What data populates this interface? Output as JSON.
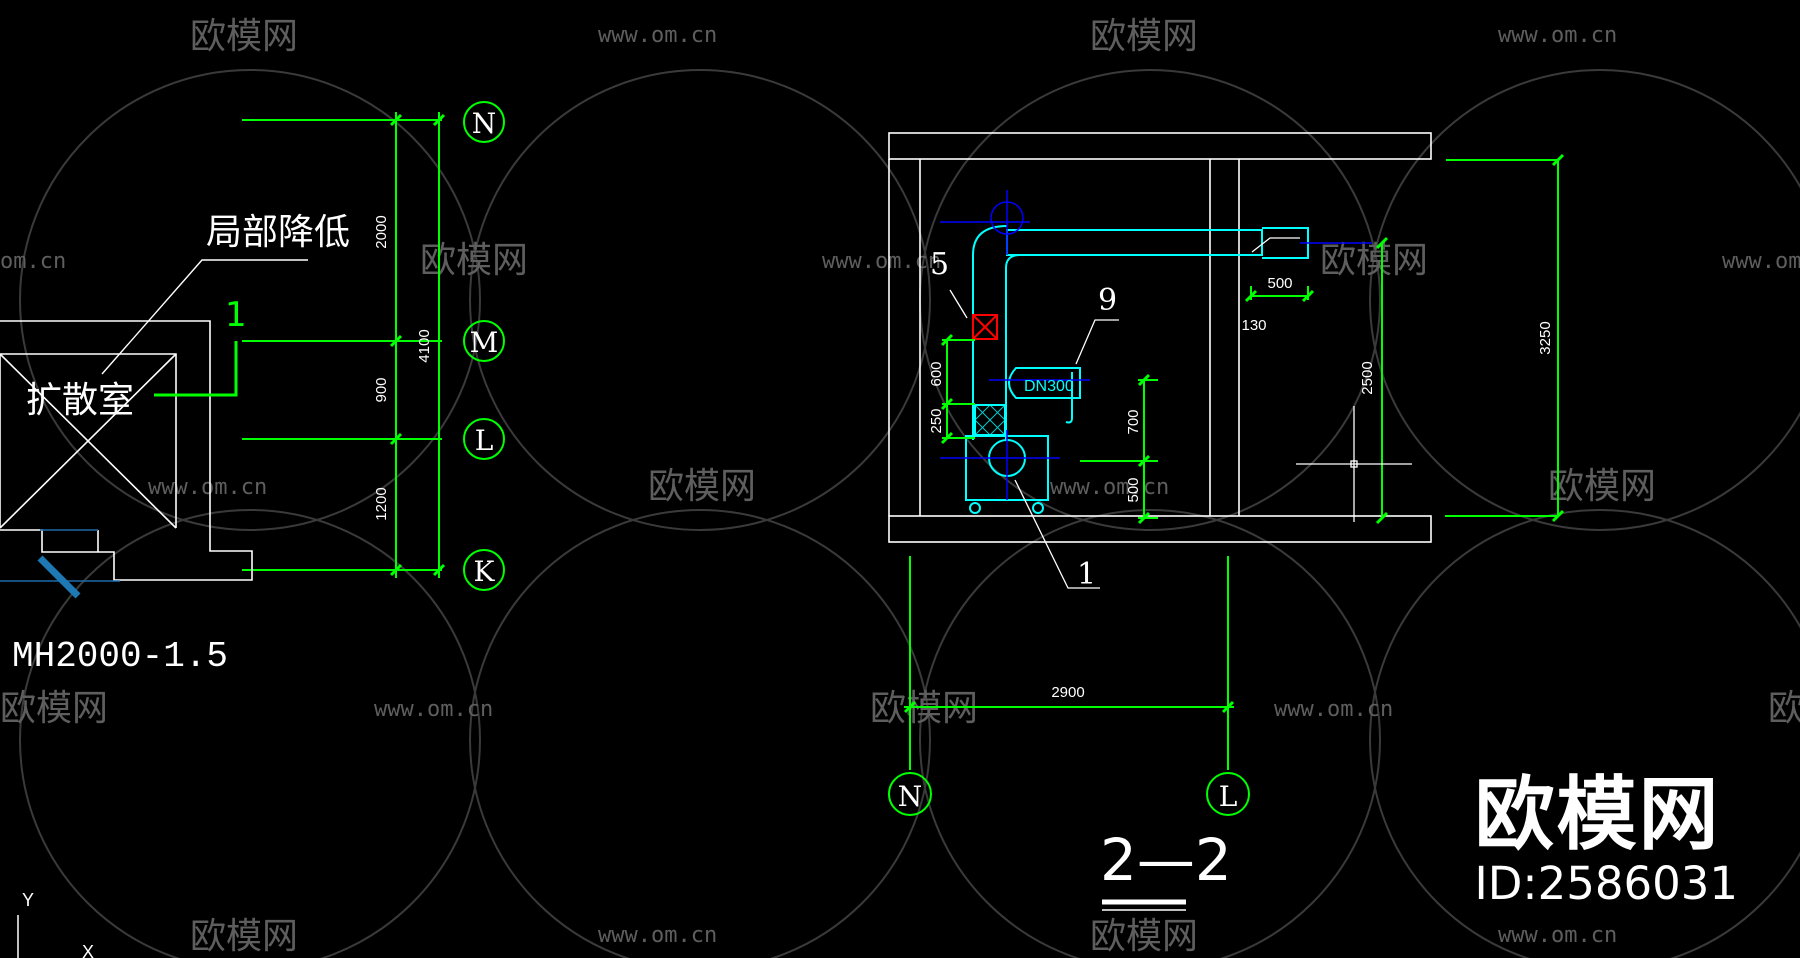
{
  "watermark": {
    "logo_text": "欧模网",
    "url_text": "www.om.cn",
    "partial_url": "om.cn",
    "partial_logo": "欧模网"
  },
  "brand": {
    "logo": "欧模网",
    "id_label": "ID:2586031"
  },
  "plan": {
    "grid_labels": [
      "N",
      "M",
      "L",
      "K"
    ],
    "dims": {
      "n_m": "2000",
      "m_l": "900",
      "l_k": "1200",
      "total": "4100"
    },
    "note_local_lower": "局部降低",
    "room_name": "扩散室",
    "pipe_tag": "1",
    "door_code": "MH2000-1.5"
  },
  "section": {
    "title": "2—2",
    "grid_labels": [
      "N",
      "L"
    ],
    "span_dim": "2900",
    "tags": {
      "t5": "5",
      "t9": "9",
      "t1": "1"
    },
    "duct_label": "DN300",
    "dims": {
      "d500_top": "500",
      "d130": "130",
      "d600": "600",
      "d250": "250",
      "d700": "700",
      "d500_side": "500",
      "d2500": "2500",
      "d3250": "3250"
    }
  },
  "ucs": {
    "y_label": "Y",
    "x_label": "X"
  },
  "colors": {
    "background": "#000000",
    "green": "#00ff00",
    "white": "#ffffff",
    "cyan": "#00ffff",
    "blue": "#0000ff",
    "red": "#ff0000",
    "watermark": "#5e5e5e"
  }
}
